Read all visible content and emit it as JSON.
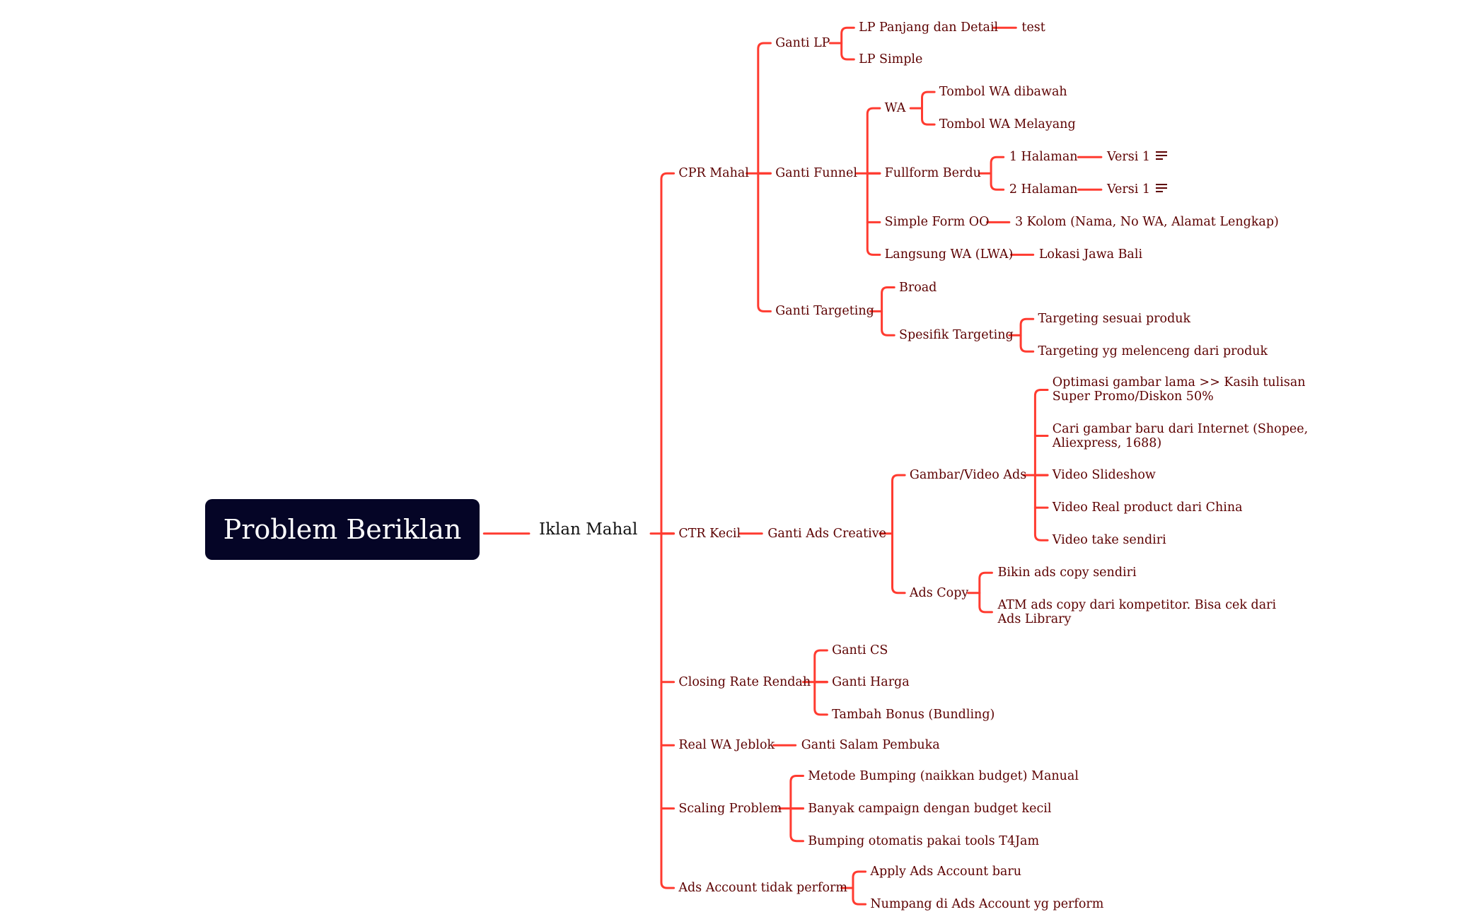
{
  "colors": {
    "root_bg": "#050526",
    "root_text": "#ffffff",
    "branch_line": "#ff3b30",
    "node_text": "#5c0000",
    "center_text": "#111111"
  },
  "root": {
    "label": "Problem Beriklan"
  },
  "center": {
    "label": "Iklan Mahal"
  },
  "nodes": {
    "cpr_mahal": "CPR Mahal",
    "ganti_lp": "Ganti LP",
    "lp_panjang": "LP Panjang dan Detail",
    "test": "test",
    "lp_simple": "LP Simple",
    "ganti_funnel": "Ganti Funnel",
    "wa": "WA",
    "tombol_wa_dibawah": "Tombol WA dibawah",
    "tombol_wa_melayang": "Tombol WA Melayang",
    "fullform_berdu": "Fullform Berdu",
    "halaman_1": "1 Halaman",
    "versi_1a": "Versi 1",
    "halaman_2": "2 Halaman",
    "versi_1b": "Versi 1",
    "simple_form": "Simple Form OO",
    "tiga_kolom": "3 Kolom (Nama, No WA, Alamat Lengkap)",
    "langsung_wa": "Langsung WA (LWA)",
    "lokasi_jawa_bali": "Lokasi Jawa Bali",
    "ganti_targeting": "Ganti Targeting",
    "broad": "Broad",
    "spesifik_targeting": "Spesifik Targeting",
    "targeting_sesuai": "Targeting sesuai produk",
    "targeting_melenceng": "Targeting yg melenceng dari produk",
    "ctr_kecil": "CTR Kecil",
    "ganti_ads_creative": "Ganti Ads Creative",
    "gambar_video_ads": "Gambar/Video Ads",
    "optimasi_gambar": "Optimasi gambar lama >> Kasih tulisan\nSuper Promo/Diskon 50%",
    "cari_gambar": "Cari gambar baru dari Internet (Shopee,\nAliexpress, 1688)",
    "video_slideshow": "Video Slideshow",
    "video_real": "Video Real product dari China",
    "video_take": "Video take sendiri",
    "ads_copy": "Ads Copy",
    "bikin_ads_copy": "Bikin ads copy sendiri",
    "atm_ads_copy": "ATM ads copy dari kompetitor. Bisa cek dari\nAds Library",
    "closing_rate": "Closing Rate Rendah",
    "ganti_cs": "Ganti CS",
    "ganti_harga": "Ganti Harga",
    "tambah_bonus": "Tambah Bonus (Bundling)",
    "real_wa": "Real WA Jeblok",
    "ganti_salam": "Ganti  Salam Pembuka",
    "scaling": "Scaling Problem",
    "metode_bumping": "Metode Bumping (naikkan budget) Manual",
    "banyak_campaign": "Banyak campaign dengan budget kecil",
    "bumping_otomatis": "Bumping otomatis pakai tools T4Jam",
    "ads_account": "Ads Account tidak perform",
    "apply_ads": "Apply Ads Account baru",
    "numpang": "Numpang di Ads Account yg perform"
  },
  "icons": {
    "note": "note-lines-icon"
  }
}
